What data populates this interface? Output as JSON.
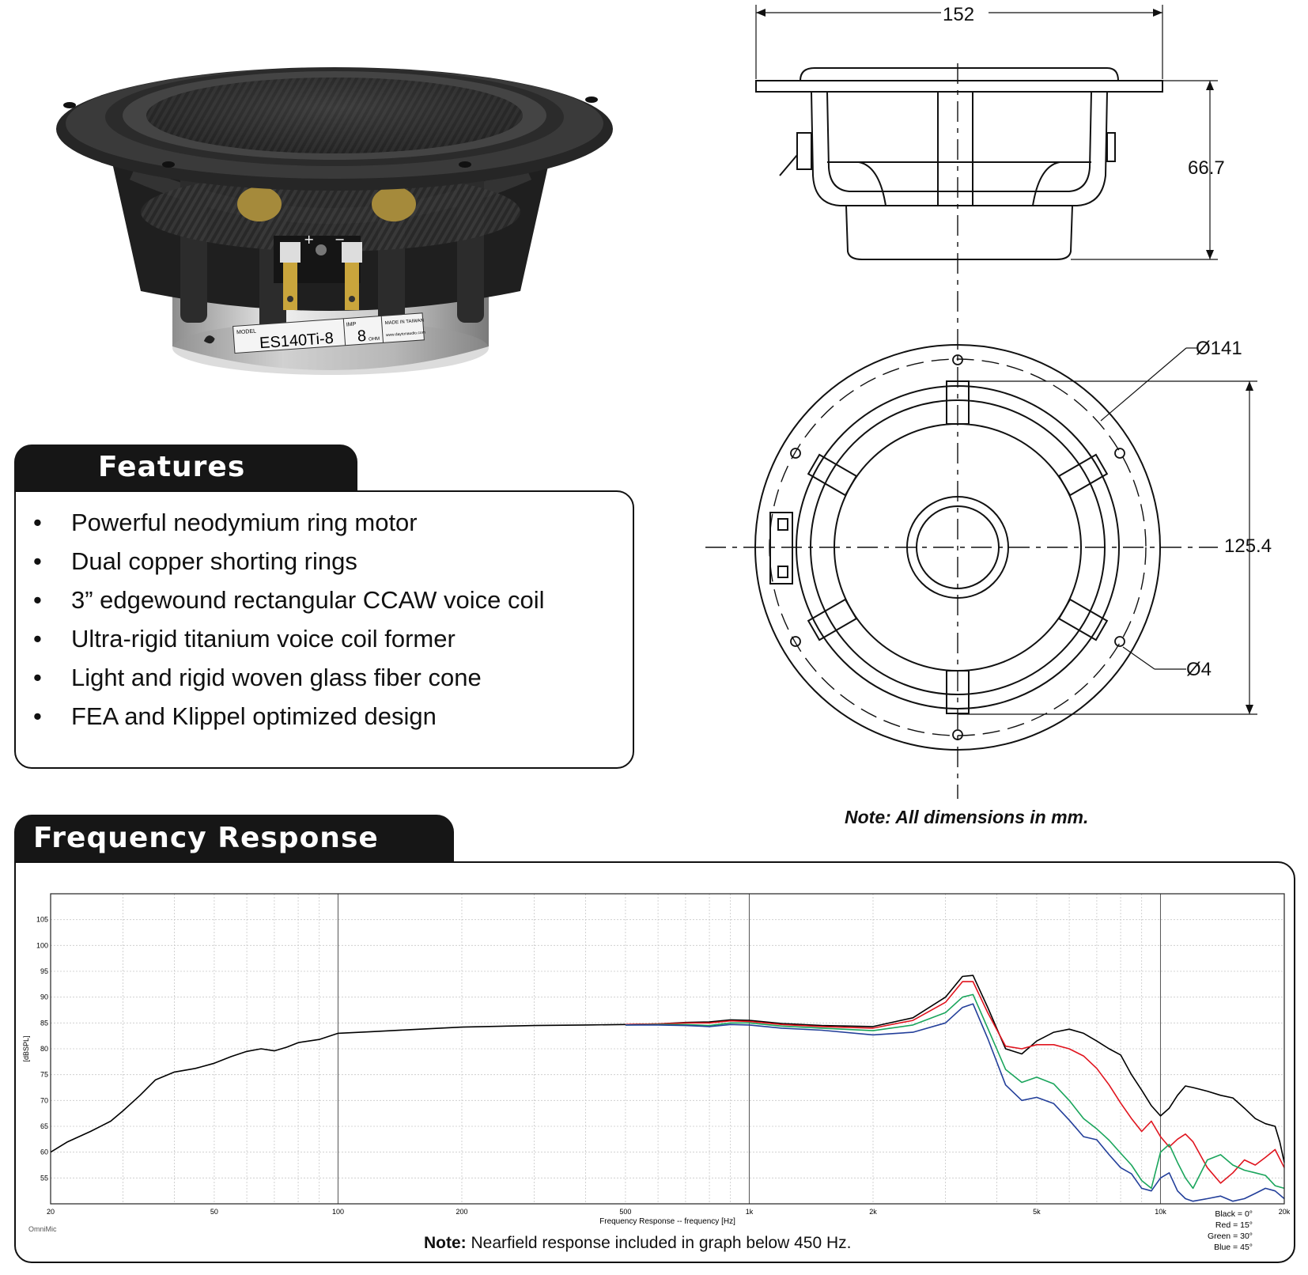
{
  "photo": {
    "label_model_caption": "MODEL",
    "label_model": "ES140Ti-8",
    "label_imp_caption": "IMP",
    "label_imp": "8",
    "label_ohm": "OHM",
    "label_made": "MADE IN TAIWAN",
    "label_web": "www.daytonaudio.com",
    "terminal_plus": "+",
    "terminal_minus": "−"
  },
  "features": {
    "title": "Features",
    "bullet": "•",
    "items": [
      "Powerful neodymium ring motor",
      "Dual copper shorting rings",
      "3” edgewound rectangular CCAW voice coil",
      "Ultra-rigid titanium voice coil former",
      "Light and rigid woven glass fiber cone",
      "FEA and Klippel optimized design"
    ]
  },
  "drawing": {
    "dim_width": "152",
    "dim_depth": "66.7",
    "dim_outer_dia": "Ø141",
    "dim_inner": "125.4",
    "dim_hole": "Ø4",
    "note": "Note:  All dimensions in mm."
  },
  "frequency_response": {
    "title": "Frequency Response",
    "note_bold": "Note:",
    "note_text": " Nearfield response included in graph below 450 Hz.",
    "corner_text": "OmniMic",
    "legend": [
      {
        "label": "Black =  0°",
        "color": "#000000"
      },
      {
        "label": "Red = 15°",
        "color": "#e0141e"
      },
      {
        "label": "Green = 30°",
        "color": "#1aa55c"
      },
      {
        "label": "Blue = 45°",
        "color": "#233f9a"
      }
    ]
  },
  "chart_data": {
    "type": "line",
    "xlabel": "Frequency Response -- frequency [Hz]",
    "ylabel": "[dBSPL]",
    "x_scale": "log",
    "xlim": [
      20,
      20000
    ],
    "ylim": [
      50,
      110
    ],
    "grid": true,
    "legend_position": "bottom-right",
    "x_tick_labels": [
      {
        "v": 20,
        "t": "20"
      },
      {
        "v": 50,
        "t": "50"
      },
      {
        "v": 100,
        "t": "100"
      },
      {
        "v": 200,
        "t": "200"
      },
      {
        "v": 500,
        "t": "500"
      },
      {
        "v": 1000,
        "t": "1k"
      },
      {
        "v": 2000,
        "t": "2k"
      },
      {
        "v": 5000,
        "t": "5k"
      },
      {
        "v": 10000,
        "t": "10k"
      },
      {
        "v": 20000,
        "t": "20k"
      }
    ],
    "y_ticks": [
      55,
      60,
      65,
      70,
      75,
      80,
      85,
      90,
      95,
      100,
      105
    ],
    "series": [
      {
        "name": "Black = 0°",
        "color": "#000000",
        "points": [
          [
            20,
            60
          ],
          [
            22,
            62
          ],
          [
            25,
            64
          ],
          [
            28,
            66
          ],
          [
            30,
            68
          ],
          [
            33,
            71
          ],
          [
            36,
            74
          ],
          [
            40,
            75.5
          ],
          [
            45,
            76.2
          ],
          [
            50,
            77.2
          ],
          [
            55,
            78.5
          ],
          [
            60,
            79.5
          ],
          [
            65,
            80
          ],
          [
            70,
            79.6
          ],
          [
            75,
            80.3
          ],
          [
            80,
            81.2
          ],
          [
            90,
            81.8
          ],
          [
            100,
            83
          ],
          [
            120,
            83.3
          ],
          [
            150,
            83.7
          ],
          [
            200,
            84.2
          ],
          [
            300,
            84.5
          ],
          [
            400,
            84.6
          ],
          [
            500,
            84.7
          ],
          [
            600,
            84.8
          ],
          [
            700,
            85.1
          ],
          [
            800,
            85.2
          ],
          [
            900,
            85.6
          ],
          [
            1000,
            85.5
          ],
          [
            1200,
            84.9
          ],
          [
            1500,
            84.5
          ],
          [
            2000,
            84.3
          ],
          [
            2500,
            86
          ],
          [
            3000,
            90
          ],
          [
            3300,
            94
          ],
          [
            3500,
            94.2
          ],
          [
            3800,
            88
          ],
          [
            4200,
            80
          ],
          [
            4600,
            79
          ],
          [
            5000,
            81.5
          ],
          [
            5500,
            83.2
          ],
          [
            6000,
            83.8
          ],
          [
            6500,
            83
          ],
          [
            7000,
            81.5
          ],
          [
            7500,
            80
          ],
          [
            8000,
            78.8
          ],
          [
            8500,
            75
          ],
          [
            9000,
            72
          ],
          [
            9500,
            69
          ],
          [
            10000,
            67
          ],
          [
            10500,
            68.5
          ],
          [
            11000,
            71
          ],
          [
            11500,
            72.8
          ],
          [
            12000,
            72.5
          ],
          [
            13000,
            71.8
          ],
          [
            14000,
            71
          ],
          [
            15000,
            70.5
          ],
          [
            16000,
            68.5
          ],
          [
            17000,
            66.5
          ],
          [
            18000,
            65.5
          ],
          [
            19000,
            65
          ],
          [
            19500,
            62
          ],
          [
            20000,
            58
          ]
        ]
      },
      {
        "name": "Red = 15°",
        "color": "#e0141e",
        "points": [
          [
            500,
            84.7
          ],
          [
            600,
            84.8
          ],
          [
            700,
            85.0
          ],
          [
            800,
            85
          ],
          [
            900,
            85.4
          ],
          [
            1000,
            85.3
          ],
          [
            1200,
            84.7
          ],
          [
            1500,
            84.3
          ],
          [
            2000,
            84
          ],
          [
            2500,
            85.5
          ],
          [
            3000,
            89
          ],
          [
            3300,
            93
          ],
          [
            3500,
            93
          ],
          [
            3800,
            87
          ],
          [
            4200,
            80.5
          ],
          [
            4600,
            80
          ],
          [
            5000,
            80.8
          ],
          [
            5500,
            80.8
          ],
          [
            6000,
            80
          ],
          [
            6500,
            78.6
          ],
          [
            7000,
            76.2
          ],
          [
            7500,
            73
          ],
          [
            8000,
            69.5
          ],
          [
            8500,
            66.5
          ],
          [
            9000,
            64
          ],
          [
            9500,
            66
          ],
          [
            10000,
            63
          ],
          [
            10500,
            61
          ],
          [
            11000,
            62.5
          ],
          [
            11500,
            63.5
          ],
          [
            12000,
            62
          ],
          [
            13000,
            57
          ],
          [
            14000,
            54
          ],
          [
            15000,
            56
          ],
          [
            16000,
            58.5
          ],
          [
            17000,
            57.5
          ],
          [
            18000,
            59
          ],
          [
            19000,
            60.5
          ],
          [
            20000,
            57
          ]
        ]
      },
      {
        "name": "Green = 30°",
        "color": "#1aa55c",
        "points": [
          [
            500,
            84.6
          ],
          [
            600,
            84.7
          ],
          [
            700,
            84.7
          ],
          [
            800,
            84.5
          ],
          [
            900,
            85
          ],
          [
            1000,
            85
          ],
          [
            1200,
            84.4
          ],
          [
            1500,
            84
          ],
          [
            2000,
            83.5
          ],
          [
            2500,
            84.6
          ],
          [
            3000,
            87
          ],
          [
            3300,
            90
          ],
          [
            3500,
            90.5
          ],
          [
            3800,
            84
          ],
          [
            4200,
            76
          ],
          [
            4600,
            73.5
          ],
          [
            5000,
            74.5
          ],
          [
            5500,
            73.2
          ],
          [
            6000,
            70
          ],
          [
            6500,
            66.5
          ],
          [
            7000,
            64.5
          ],
          [
            7500,
            62.3
          ],
          [
            8000,
            59.8
          ],
          [
            8500,
            57.5
          ],
          [
            9000,
            54.5
          ],
          [
            9500,
            53
          ],
          [
            10000,
            60
          ],
          [
            10500,
            61.5
          ],
          [
            11000,
            58
          ],
          [
            11500,
            55
          ],
          [
            12000,
            53
          ],
          [
            13000,
            58.5
          ],
          [
            14000,
            59.5
          ],
          [
            15000,
            57.5
          ],
          [
            16000,
            56.5
          ],
          [
            17000,
            56
          ],
          [
            18000,
            55.5
          ],
          [
            19000,
            53.5
          ],
          [
            20000,
            53
          ]
        ]
      },
      {
        "name": "Blue = 45°",
        "color": "#233f9a",
        "points": [
          [
            500,
            84.6
          ],
          [
            600,
            84.6
          ],
          [
            700,
            84.5
          ],
          [
            800,
            84.3
          ],
          [
            900,
            84.7
          ],
          [
            1000,
            84.6
          ],
          [
            1200,
            84
          ],
          [
            1500,
            83.6
          ],
          [
            2000,
            82.7
          ],
          [
            2500,
            83.2
          ],
          [
            3000,
            85
          ],
          [
            3300,
            88
          ],
          [
            3500,
            88.7
          ],
          [
            3800,
            82
          ],
          [
            4200,
            73
          ],
          [
            4600,
            70
          ],
          [
            5000,
            70.6
          ],
          [
            5500,
            69.4
          ],
          [
            6000,
            66.2
          ],
          [
            6500,
            63
          ],
          [
            7000,
            62.4
          ],
          [
            7500,
            59.5
          ],
          [
            8000,
            57
          ],
          [
            8500,
            55.8
          ],
          [
            9000,
            53
          ],
          [
            9500,
            52.5
          ],
          [
            10000,
            55
          ],
          [
            10500,
            56
          ],
          [
            11000,
            52.5
          ],
          [
            11500,
            51
          ],
          [
            12000,
            50.5
          ],
          [
            13000,
            51
          ],
          [
            14000,
            51.5
          ],
          [
            15000,
            50.5
          ],
          [
            16000,
            51
          ],
          [
            17000,
            52
          ],
          [
            18000,
            53
          ],
          [
            19000,
            52.5
          ],
          [
            20000,
            51
          ]
        ]
      }
    ]
  }
}
